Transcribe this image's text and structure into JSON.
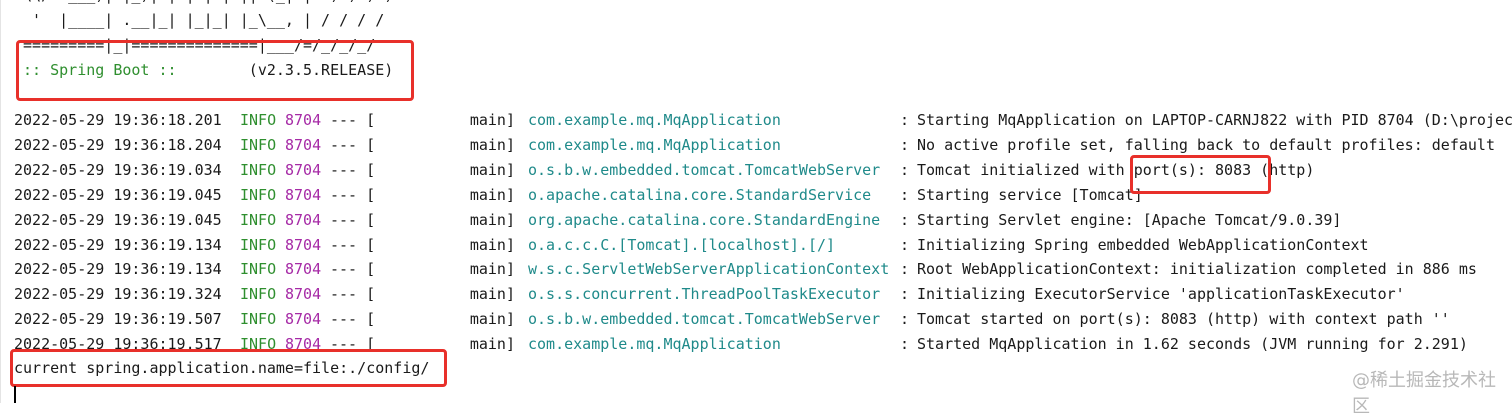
{
  "banner": {
    "lines": [
      " \\\\/  ___)| |_)| | | | | || (_| |  ) ) ) )",
      "  '  |____| .__|_| |_|_| |_\\__, | / / / /",
      " =========|_|==============|___/=/_/_/_/"
    ],
    "spring_boot_label": " :: Spring Boot :: ",
    "version": "       (v2.3.5.RELEASE)"
  },
  "log_rows": [
    {
      "timestamp": "2022-05-29 19:36:18.201",
      "level": "INFO",
      "pid": "8704",
      "sep": "--- [",
      "thread": "main]",
      "logger": "com.example.mq.MqApplication",
      "colon": ":",
      "message": "Starting MqApplication on LAPTOP-CARNJ822 with PID 8704 (D:\\projec"
    },
    {
      "timestamp": "2022-05-29 19:36:18.204",
      "level": "INFO",
      "pid": "8704",
      "sep": "--- [",
      "thread": "main]",
      "logger": "com.example.mq.MqApplication",
      "colon": ":",
      "message": "No active profile set, falling back to default profiles: default"
    },
    {
      "timestamp": "2022-05-29 19:36:19.034",
      "level": "INFO",
      "pid": "8704",
      "sep": "--- [",
      "thread": "main]",
      "logger": "o.s.b.w.embedded.tomcat.TomcatWebServer",
      "colon": ":",
      "message": "Tomcat initialized with port(s): 8083 (http)"
    },
    {
      "timestamp": "2022-05-29 19:36:19.045",
      "level": "INFO",
      "pid": "8704",
      "sep": "--- [",
      "thread": "main]",
      "logger": "o.apache.catalina.core.StandardService",
      "colon": ":",
      "message": "Starting service [Tomcat]"
    },
    {
      "timestamp": "2022-05-29 19:36:19.045",
      "level": "INFO",
      "pid": "8704",
      "sep": "--- [",
      "thread": "main]",
      "logger": "org.apache.catalina.core.StandardEngine",
      "colon": ":",
      "message": "Starting Servlet engine: [Apache Tomcat/9.0.39]"
    },
    {
      "timestamp": "2022-05-29 19:36:19.134",
      "level": "INFO",
      "pid": "8704",
      "sep": "--- [",
      "thread": "main]",
      "logger": "o.a.c.c.C.[Tomcat].[localhost].[/]",
      "colon": ":",
      "message": "Initializing Spring embedded WebApplicationContext"
    },
    {
      "timestamp": "2022-05-29 19:36:19.134",
      "level": "INFO",
      "pid": "8704",
      "sep": "--- [",
      "thread": "main]",
      "logger": "w.s.c.ServletWebServerApplicationContext",
      "colon": ":",
      "message": "Root WebApplicationContext: initialization completed in 886 ms"
    },
    {
      "timestamp": "2022-05-29 19:36:19.324",
      "level": "INFO",
      "pid": "8704",
      "sep": "--- [",
      "thread": "main]",
      "logger": "o.s.s.concurrent.ThreadPoolTaskExecutor",
      "colon": ":",
      "message": "Initializing ExecutorService 'applicationTaskExecutor'"
    },
    {
      "timestamp": "2022-05-29 19:36:19.507",
      "level": "INFO",
      "pid": "8704",
      "sep": "--- [",
      "thread": "main]",
      "logger": "o.s.b.w.embedded.tomcat.TomcatWebServer",
      "colon": ":",
      "message": "Tomcat started on port(s): 8083 (http) with context path ''"
    },
    {
      "timestamp": "2022-05-29 19:36:19.517",
      "level": "INFO",
      "pid": "8704",
      "sep": "--- [",
      "thread": "main]",
      "logger": "com.example.mq.MqApplication",
      "colon": ":",
      "message": "Started MqApplication in 1.62 seconds (JVM running for 2.291)"
    }
  ],
  "output_line": "current spring.application.name=file:./config/",
  "watermark": "@稀土掘金技术社区",
  "colors": {
    "level_info": "#2f8f2f",
    "pid": "#a62aa6",
    "logger": "#1f8a8a",
    "highlight_box": "#e8302a"
  }
}
